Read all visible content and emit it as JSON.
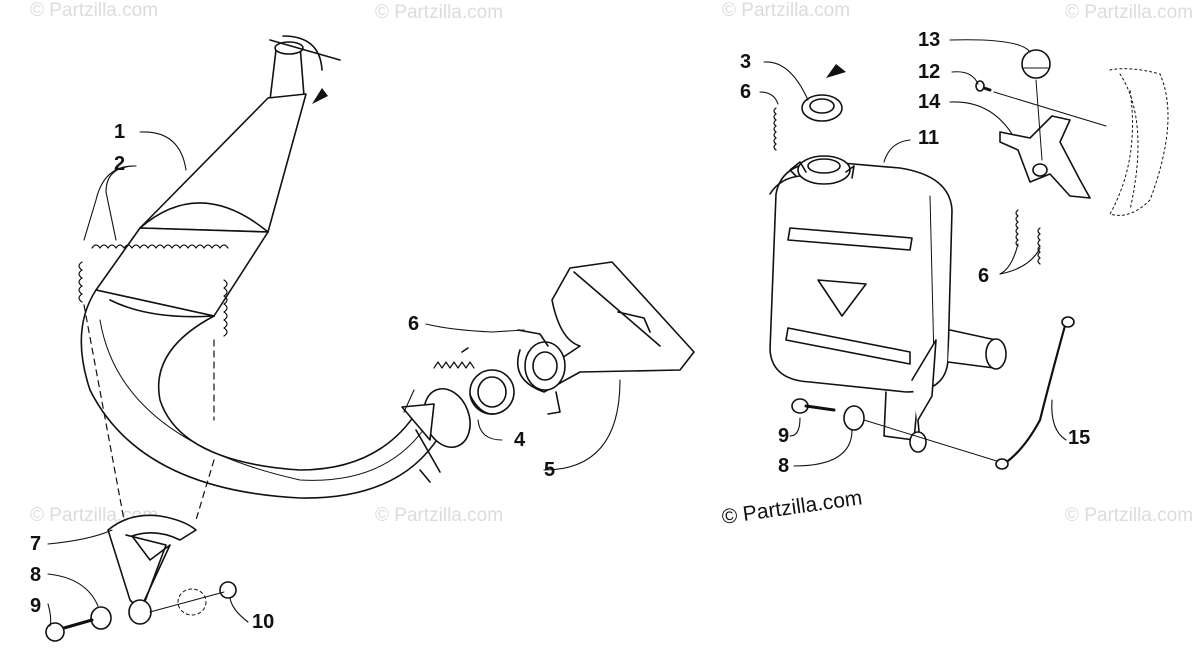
{
  "copyright": "© Partzilla.com",
  "watermark": "© Partzilla.com",
  "callouts": {
    "c1": "1",
    "c2": "2",
    "c6a": "6",
    "c4": "4",
    "c5": "5",
    "c7": "7",
    "c8a": "8",
    "c9a": "9",
    "c10": "10",
    "c3": "3",
    "c6b": "6",
    "c13": "13",
    "c12": "12",
    "c14": "14",
    "c11": "11",
    "c6c": "6",
    "c9b": "9",
    "c8b": "8",
    "c15": "15"
  }
}
